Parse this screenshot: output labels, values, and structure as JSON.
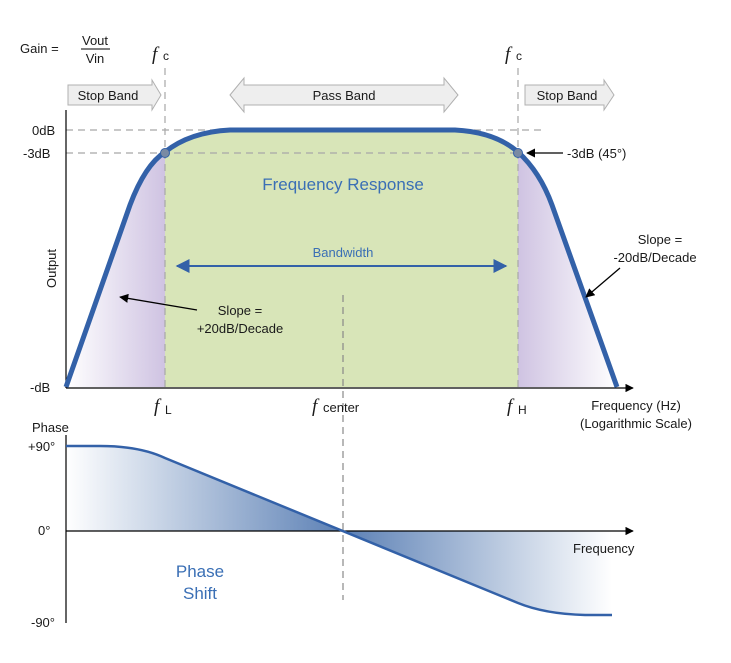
{
  "gain": {
    "prefix": "Gain =",
    "numerator": "Vout",
    "denominator": "Vin"
  },
  "fc_left": {
    "symbol": "f",
    "sub": "c"
  },
  "fc_right": {
    "symbol": "f",
    "sub": "c"
  },
  "bands": {
    "stop_left": "Stop Band",
    "pass": "Pass Band",
    "stop_right": "Stop Band"
  },
  "y_axis": {
    "db0": "0dB",
    "db3": "-3dB",
    "dbmin": "-dB",
    "label": "Output"
  },
  "labels": {
    "freq_response": "Frequency Response",
    "bandwidth": "Bandwidth",
    "slope_left_1": "Slope =",
    "slope_left_2": "+20dB/Decade",
    "slope_right_1": "Slope =",
    "slope_right_2": "-20dB/Decade",
    "minus3db_note": "-3dB (45°)"
  },
  "x_axis": {
    "fl_symbol": "f",
    "fl_sub": "L",
    "fcenter_symbol": "f",
    "fcenter_sub": "center",
    "fh_symbol": "f",
    "fh_sub": "H",
    "label_1": "Frequency (Hz)",
    "label_2": "(Logarithmic Scale)"
  },
  "phase": {
    "title": "Phase",
    "plus90": "+90°",
    "zero": "0°",
    "minus90": "-90°",
    "x_label": "Frequency",
    "shift_1": "Phase",
    "shift_2": "Shift"
  },
  "colors": {
    "curve": "#3361a8",
    "pass_fill": "#d8e5b8",
    "stop_fill": "#d9d1e8",
    "phase_fill": "#5b7fb8",
    "arrow_fill": "#eeeeee",
    "accent_text": "#3a6fb5"
  }
}
